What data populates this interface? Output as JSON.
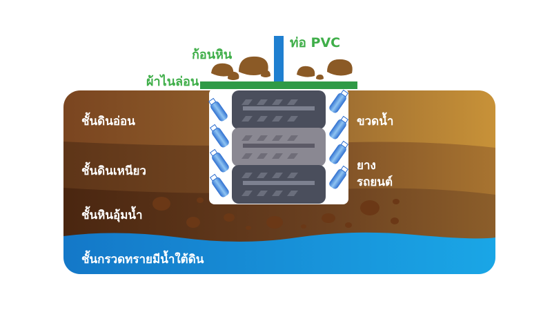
{
  "colors": {
    "soft_soil": "#7a4a22",
    "clay": "#6b3e1c",
    "rock": "#4f2a12",
    "water": "#1a8fd6",
    "cloth": "#2f9a46",
    "label_green": "#3fae49",
    "pvc": "#1f7fd0",
    "tire": "#4a4e5c"
  },
  "labels": {
    "pvc_pipe": "ท่อ PVC",
    "stones": "ก้อนหิน",
    "nylon_cloth": "ผ้าไนล่อน",
    "soft_soil_layer": "ชั้นดินอ่อน",
    "clay_layer": "ชั้นดินเหนียว",
    "aquifer_rock_layer": "ชั้นหินอุ้มน้ำ",
    "groundwater_gravel_layer": "ชั้นกรวดทรายมีน้ำใต้ดิน",
    "water_bottles": "ขวดน้ำ",
    "car_tires_line1": "ยาง",
    "car_tires_line2": "รถยนต์"
  },
  "icons": [
    "water-bottle-icon",
    "car-tire-icon",
    "stone-icon",
    "pvc-pipe-icon"
  ]
}
